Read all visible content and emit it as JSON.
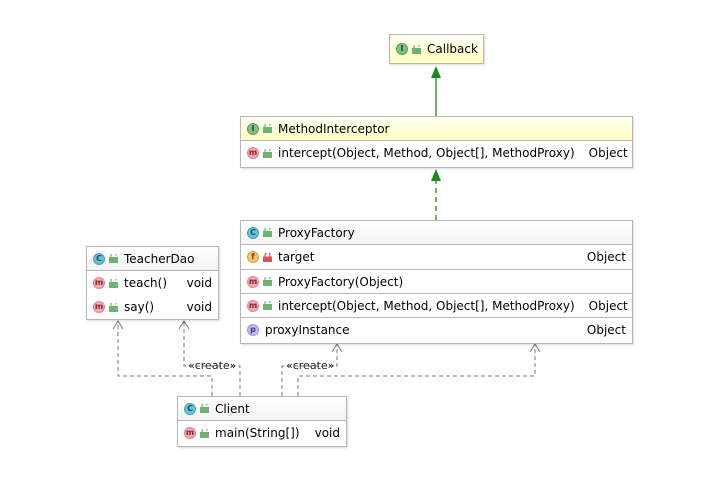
{
  "nodes": {
    "callback": {
      "name": "Callback",
      "badge": "I",
      "badge_icon": "interface-icon"
    },
    "method_interceptor": {
      "name": "MethodInterceptor",
      "badge": "I",
      "badge_icon": "interface-icon",
      "members": [
        {
          "badge": "m",
          "name": "intercept(Object, Method, Object[], MethodProxy)",
          "type": "Object"
        }
      ]
    },
    "proxy_factory": {
      "name": "ProxyFactory",
      "badge": "C",
      "badge_icon": "class-icon",
      "members": [
        {
          "badge": "f",
          "name": "target",
          "type": "Object"
        },
        {
          "badge": "m",
          "name": "ProxyFactory(Object)",
          "type": ""
        },
        {
          "badge": "m",
          "name": "intercept(Object, Method, Object[], MethodProxy)",
          "type": "Object"
        },
        {
          "badge": "p",
          "name": "proxyInstance",
          "type": "Object"
        }
      ]
    },
    "teacher_dao": {
      "name": "TeacherDao",
      "badge": "C",
      "badge_icon": "class-icon",
      "members": [
        {
          "badge": "m",
          "name": "teach()",
          "type": "void"
        },
        {
          "badge": "m",
          "name": "say()",
          "type": "void"
        }
      ]
    },
    "client": {
      "name": "Client",
      "badge": "C",
      "badge_icon": "class-icon",
      "members": [
        {
          "badge": "m",
          "name": "main(String[])",
          "type": "void"
        }
      ]
    }
  },
  "edges": {
    "create_label_1": "«create»",
    "create_label_2": "«create»"
  },
  "colors": {
    "interface_header": "#ffffbf",
    "inheritance_arrow": "#1a8a1a",
    "dependency_arrow": "#777777",
    "border": "#b7b7b7"
  }
}
